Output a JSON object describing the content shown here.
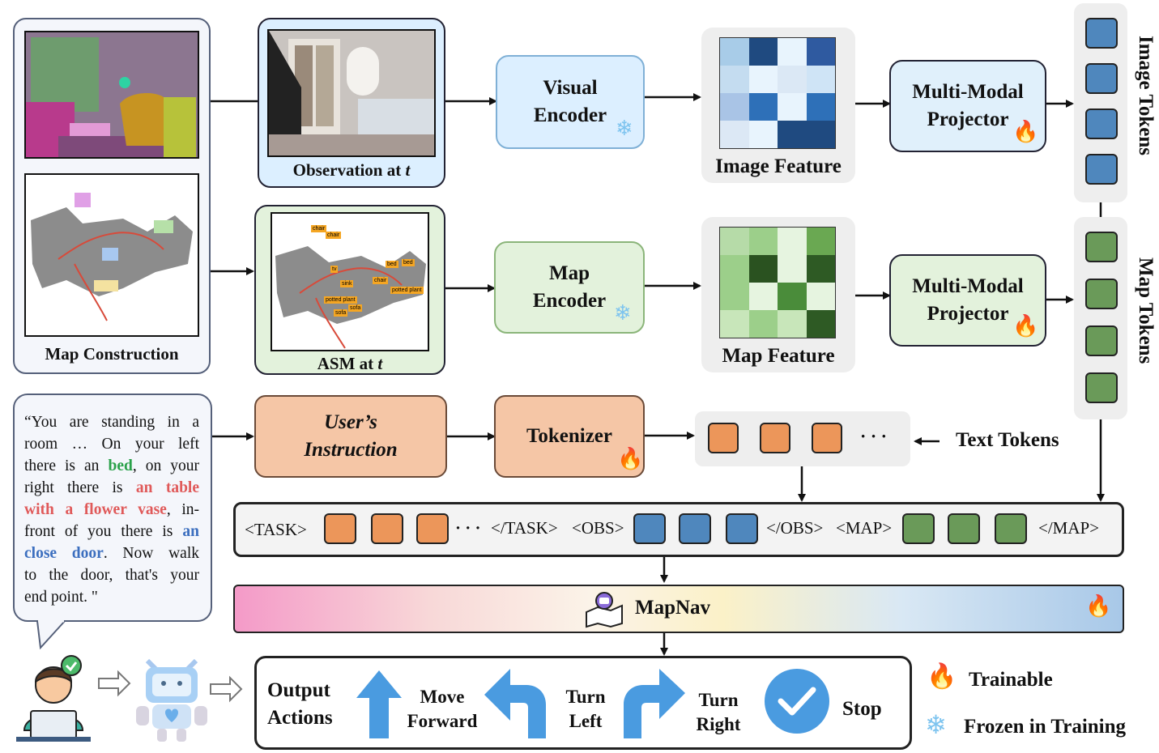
{
  "map_construction": {
    "label": "Map Construction"
  },
  "observation": {
    "label_text": "Observation at ",
    "label_var": "t"
  },
  "asm": {
    "label_text": "ASM at ",
    "label_var": "t",
    "tags": [
      "chair",
      "chair",
      "bed",
      "bed",
      "tv",
      "chair",
      "sink",
      "potted plant",
      "potted plant",
      "sofa",
      "sofa"
    ]
  },
  "visual_encoder": {
    "line1": "Visual",
    "line2": "Encoder"
  },
  "map_encoder": {
    "line1": "Map",
    "line2": "Encoder"
  },
  "image_feature": {
    "label": "Image Feature"
  },
  "map_feature": {
    "label": "Map Feature"
  },
  "projector_top": {
    "line1": "Multi-Modal",
    "line2": "Projector"
  },
  "projector_bottom": {
    "line1": "Multi-Modal",
    "line2": "Projector"
  },
  "image_tokens": {
    "label": "Image Tokens"
  },
  "map_tokens": {
    "label": "Map Tokens"
  },
  "instruction": {
    "line1": "User’s",
    "line2": "Instruction",
    "bubble": {
      "lines": [
        [
          "“You are standing in a"
        ],
        [
          "room … On your left"
        ],
        [
          "there is an ",
          "bed",
          ", on your"
        ],
        [
          "right there is ",
          "an table"
        ],
        [
          "with a flower vase",
          ", in-"
        ],
        [
          "front of you there is ",
          "an"
        ],
        [
          "close door",
          ". Now walk"
        ],
        [
          "to the door, that's your"
        ],
        [
          "end point. \""
        ]
      ]
    },
    "colors": {
      "bed": "#2aa14a",
      "table": "#e05a5a",
      "door": "#3c6fbf"
    }
  },
  "tokenizer": {
    "label": "Tokenizer"
  },
  "text_tokens": {
    "label": "Text Tokens",
    "ellipsis": "· · ·"
  },
  "sequence": {
    "task_open": "<TASK>",
    "ellipsis": "· · ·",
    "task_close": "</TASK>",
    "obs_open": "<OBS>",
    "obs_close": "</OBS>",
    "map_open": "<MAP>",
    "map_close": "</MAP>"
  },
  "mapnav": {
    "label": "MapNav"
  },
  "actions": {
    "title_line1": "Output",
    "title_line2": "Actions",
    "move_forward": [
      "Move",
      "Forward"
    ],
    "turn_left": [
      "Turn",
      "Left"
    ],
    "turn_right": [
      "Turn",
      "Right"
    ],
    "stop": "Stop"
  },
  "legend": {
    "trainable": "Trainable",
    "frozen": "Frozen in Training"
  },
  "colors": {
    "visual_encoder_bg": "#dcefff",
    "map_encoder_bg": "#e3f2dc",
    "instruction_bg": "#f5c6a6",
    "projector_bg": "#e0f0fb",
    "projector_green_bg": "#e3f2dc",
    "arrow_blue": "#4a9be0",
    "fire": "#f25a1f",
    "snow": "#7ec4ef"
  }
}
